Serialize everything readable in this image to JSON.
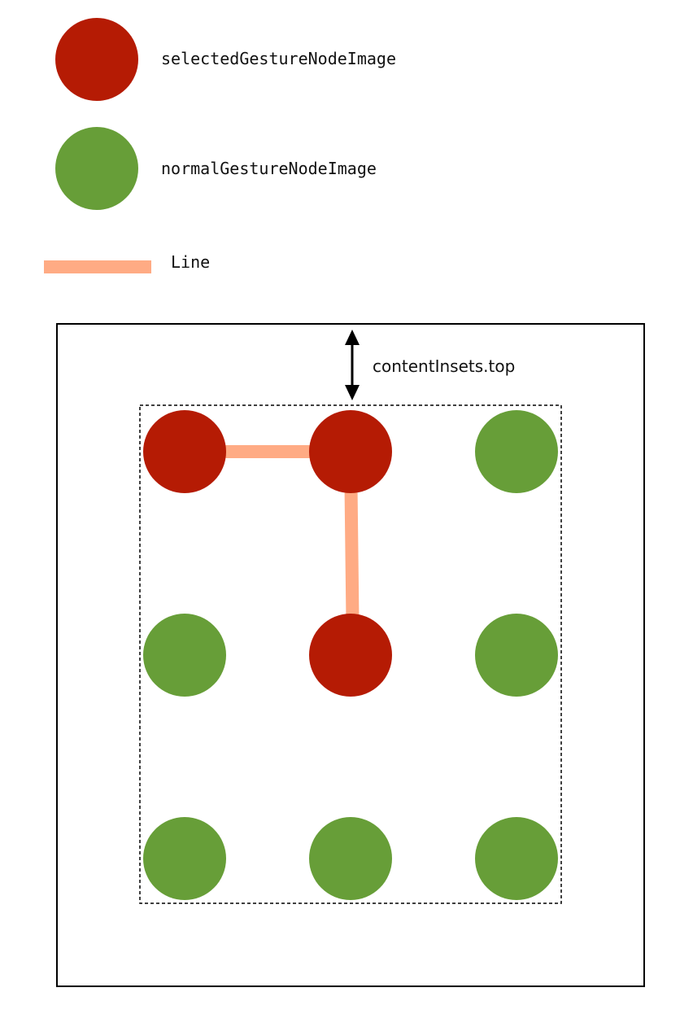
{
  "legend": {
    "selected_label": "selectedGestureNodeImage",
    "normal_label": "normalGestureNodeImage",
    "line_label": "Line"
  },
  "annotation": {
    "inset_label": "contentInsets.top"
  },
  "colors": {
    "selected": "#b51b04",
    "normal": "#679e38",
    "line": "#ffab84",
    "outline": "#000000"
  },
  "grid": {
    "rows": 3,
    "cols": 3,
    "selected_nodes": [
      [
        0,
        0
      ],
      [
        0,
        1
      ],
      [
        1,
        1
      ]
    ],
    "path": [
      [
        0,
        0
      ],
      [
        0,
        1
      ],
      [
        1,
        1
      ]
    ]
  }
}
